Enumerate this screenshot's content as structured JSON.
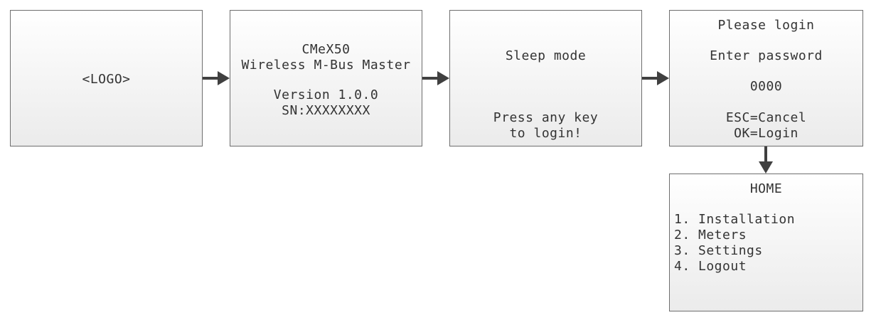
{
  "colors": {
    "arrow": "#404040",
    "border": "#6e6e6e",
    "text": "#333333"
  },
  "screens": [
    {
      "id": "logo",
      "lines": [
        "<LOGO>"
      ]
    },
    {
      "id": "splash",
      "lines": [
        "CMeX50",
        "Wireless M-Bus Master",
        "Version 1.0.0",
        "SN:XXXXXXXX"
      ]
    },
    {
      "id": "sleep",
      "lines": [
        "Sleep mode",
        "Press any key",
        "to login!"
      ]
    },
    {
      "id": "login",
      "lines": [
        "Please login",
        "Enter password",
        "0000",
        "ESC=Cancel",
        "OK=Login"
      ]
    },
    {
      "id": "home",
      "title": "HOME",
      "items": [
        "1. Installation",
        "2. Meters",
        "3. Settings",
        "4. Logout"
      ]
    }
  ]
}
